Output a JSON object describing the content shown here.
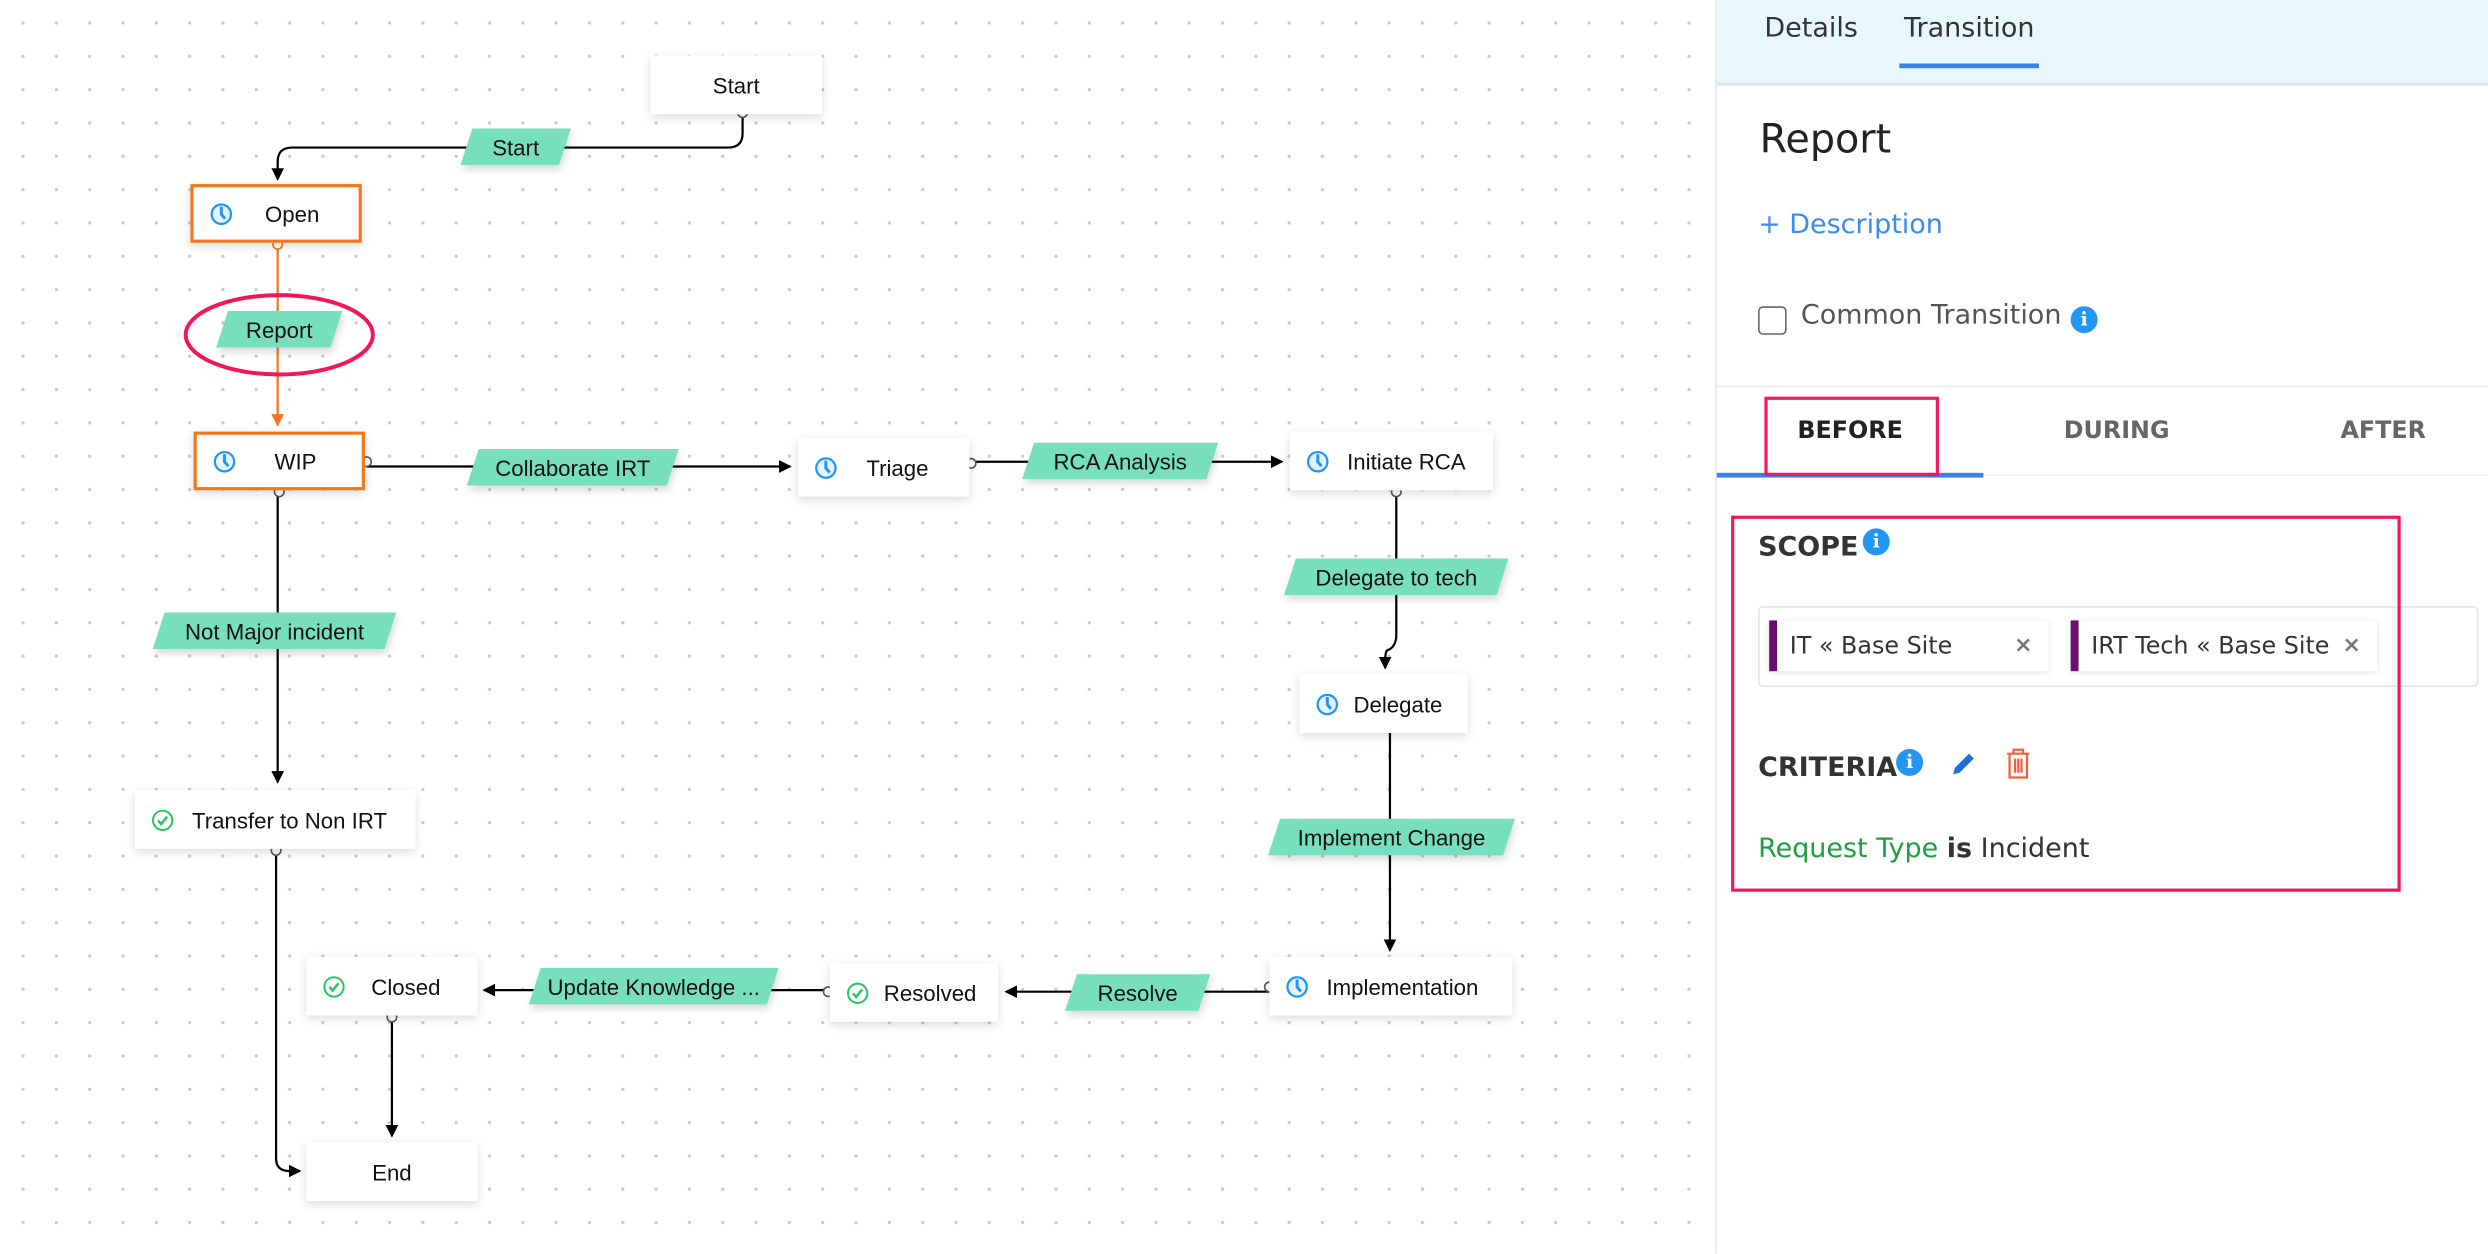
{
  "canvas": {
    "nodes": {
      "start": {
        "label": "Start",
        "icon": "none"
      },
      "open": {
        "label": "Open",
        "icon": "clock-icon",
        "selected": true
      },
      "wip": {
        "label": "WIP",
        "icon": "clock-icon",
        "selected": true
      },
      "triage": {
        "label": "Triage",
        "icon": "clock-icon"
      },
      "initiate_rca": {
        "label": "Initiate RCA",
        "icon": "clock-icon"
      },
      "delegate": {
        "label": "Delegate",
        "icon": "clock-icon"
      },
      "transfer": {
        "label": "Transfer to Non IRT",
        "icon": "check-circle-icon"
      },
      "implementation": {
        "label": "Implementation",
        "icon": "clock-icon"
      },
      "resolved": {
        "label": "Resolved",
        "icon": "check-circle-icon"
      },
      "closed": {
        "label": "Closed",
        "icon": "check-circle-icon"
      },
      "end": {
        "label": "End",
        "icon": "none"
      }
    },
    "transitions": {
      "start": "Start",
      "report": "Report",
      "collaborate": "Collaborate IRT",
      "rca": "RCA Analysis",
      "delegate_tech": "Delegate to tech",
      "not_major": "Not Major incident",
      "implement": "Implement Change",
      "update_knowledge": "Update Knowledge ...",
      "resolve": "Resolve"
    },
    "colors": {
      "transition_fill": "#77dfbd",
      "selected": "#f0771e",
      "highlight": "#f5155a"
    }
  },
  "panel": {
    "tabs": [
      "Details",
      "Transition"
    ],
    "active_tab": "Transition",
    "title": "Report",
    "description_link": "+ Description",
    "common_transition": {
      "label": "Common Transition",
      "checked": false
    },
    "stage_tabs": [
      "BEFORE",
      "DURING",
      "AFTER"
    ],
    "active_stage": "BEFORE",
    "scope": {
      "heading": "SCOPE",
      "tags": [
        "IT « Base Site",
        "IRT Tech « Base Site"
      ],
      "remove_glyph": "×"
    },
    "criteria": {
      "heading": "CRITERIA",
      "field": "Request Type",
      "operator": "is",
      "value": "Incident"
    }
  }
}
